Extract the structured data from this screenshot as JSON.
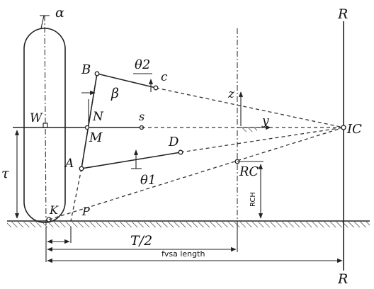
{
  "labels": {
    "alpha": "α",
    "R_top": "R",
    "R_bottom": "R",
    "B": "B",
    "theta2": "θ2",
    "c": "c",
    "beta": "β",
    "z": "z",
    "W": "W",
    "N": "N",
    "s": "s",
    "y": "y",
    "IC": "IC",
    "M": "M",
    "D": "D",
    "tau": "τ",
    "A": "A",
    "theta1": "θ1",
    "RC": "RC",
    "RCH": "RCH",
    "K": "K",
    "P": "P",
    "half_track": "T/2",
    "fvsa_length": "fvsa length"
  }
}
